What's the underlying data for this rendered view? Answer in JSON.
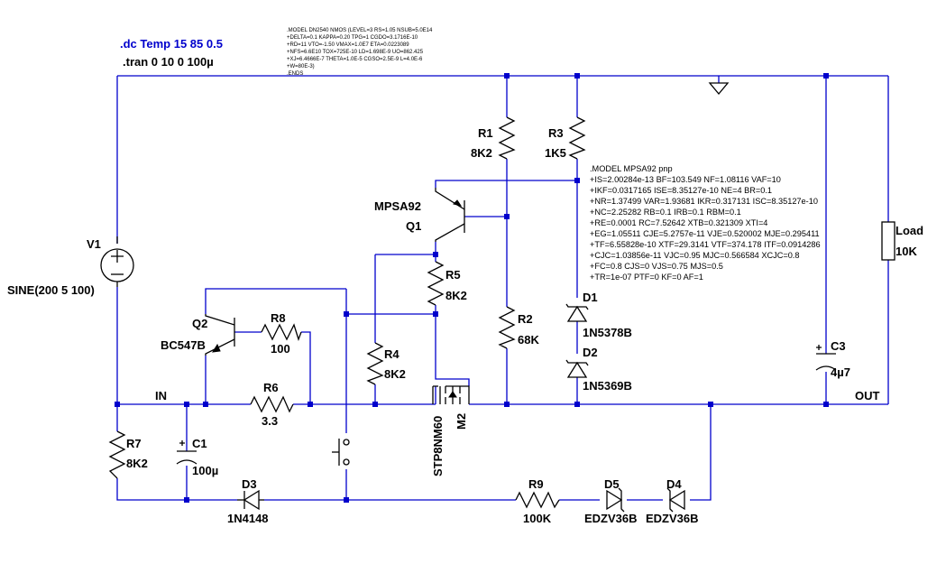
{
  "directives": {
    "dc": ".dc Temp 15 85 0.5",
    "tran": ".tran 0 10 0 100µ"
  },
  "nmos_model": [
    ".MODEL DN2540    NMOS (LEVEL=3    RS=1.05              NSUB=5.0E14",
    "+DELTA=0.1          KAPPA=0.20    TPG=1                CGDO=3.1716E-10",
    "+RD=11               VTO=-1.50     VMAX=1.0E7          ETA=0.0223089",
    "+NFS=6.6E10        TOX=725E-10    LD=1.698E-9          UO=862.425",
    "+XJ=6.4666E-7      THETA=1.0E-5   CGSO=2.5E-9          L=4.0E-6",
    "+W=80E-3)",
    ".ENDS"
  ],
  "pnp_model": [
    ".MODEL MPSA92 pnp",
    "+IS=2.00284e-13 BF=103.549 NF=1.08116 VAF=10",
    "+IKF=0.0317165 ISE=8.35127e-10 NE=4 BR=0.1",
    "+NR=1.37499 VAR=1.93681 IKR=0.317131 ISC=8.35127e-10",
    "+NC=2.25282 RB=0.1 IRB=0.1 RBM=0.1",
    "+RE=0.0001 RC=7.52642 XTB=0.321309 XTI=4",
    "+EG=1.05511 CJE=5.2757e-11 VJE=0.520002 MJE=0.295411",
    "+TF=6.55828e-10 XTF=29.3141 VTF=374.178 ITF=0.0914286",
    "+CJC=1.03856e-11 VJC=0.95 MJC=0.566584 XCJC=0.8",
    "+FC=0.8 CJS=0 VJS=0.75 MJS=0.5",
    "+TR=1e-07 PTF=0 KF=0 AF=1"
  ],
  "components": {
    "v1": {
      "name": "V1",
      "value": "SINE(200 5 100)"
    },
    "r1": {
      "name": "R1",
      "value": "8K2"
    },
    "r2": {
      "name": "R2",
      "value": "68K"
    },
    "r3": {
      "name": "R3",
      "value": "1K5"
    },
    "r4": {
      "name": "R4",
      "value": "8K2"
    },
    "r5": {
      "name": "R5",
      "value": "8K2"
    },
    "r6": {
      "name": "R6",
      "value": "3.3"
    },
    "r7": {
      "name": "R7",
      "value": "8K2"
    },
    "r8": {
      "name": "R8",
      "value": "100"
    },
    "r9": {
      "name": "R9",
      "value": "100K"
    },
    "q1": {
      "name": "Q1",
      "value": "MPSA92"
    },
    "q2": {
      "name": "Q2",
      "value": "BC547B"
    },
    "m2": {
      "name": "M2",
      "value": "STP8NM60"
    },
    "c1": {
      "name": "C1",
      "value": "100µ"
    },
    "c3": {
      "name": "C3",
      "value": "4µ7"
    },
    "d1": {
      "name": "D1",
      "value": "1N5378B"
    },
    "d2": {
      "name": "D2",
      "value": "1N5369B"
    },
    "d3": {
      "name": "D3",
      "value": "1N4148"
    },
    "d4": {
      "name": "D4",
      "value": "EDZV36B"
    },
    "d5": {
      "name": "D5",
      "value": "EDZV36B"
    },
    "load": {
      "name": "Load",
      "value": "10K"
    }
  },
  "nets": {
    "in": "IN",
    "out": "OUT"
  },
  "colors": {
    "wire": "#0000cc",
    "component": "#000000",
    "background": "#ffffff"
  }
}
